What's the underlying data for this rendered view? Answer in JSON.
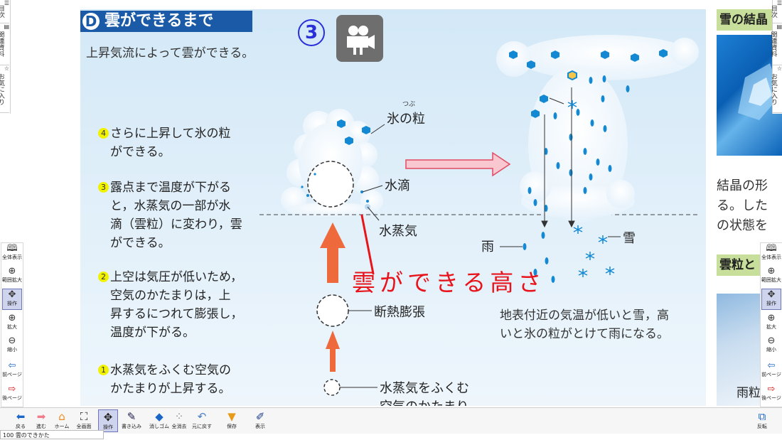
{
  "left_tabs": {
    "contents": "目次",
    "related": "関連資料",
    "favorites": "お気に入り"
  },
  "left_tools": {
    "full_view": "全体表示",
    "area_zoom": "範囲拡大",
    "operate": "操作",
    "zoom_in": "拡大",
    "zoom_out": "縮小",
    "prev_page": "前ページ",
    "next_page": "後ページ"
  },
  "right_tools": {
    "full_view": "全体表示",
    "area_zoom": "範囲拡大",
    "operate": "操作",
    "zoom_in": "拡大",
    "zoom_out": "縮小",
    "prev_page": "前ページ",
    "next_page": "後ページ"
  },
  "page": {
    "section_letter": "D",
    "section_title": "雲ができるまで",
    "circled_number": "③",
    "intro": "上昇気流によって雲ができる。",
    "steps": [
      {
        "num": "④",
        "lines": [
          "さらに上昇して氷の粒",
          "ができる。"
        ]
      },
      {
        "num": "③",
        "lines": [
          "露点まで温度が下がる",
          "と，水蒸気の一部が水",
          "滴（雲粒）に変わり，雲",
          "ができる。"
        ]
      },
      {
        "num": "②",
        "lines": [
          "上空は気圧が低いため，",
          "空気のかたまりは，上",
          "昇するにつれて膨張し，",
          "温度が下がる。"
        ]
      },
      {
        "num": "①",
        "lines": [
          "水蒸気をふくむ空気の",
          "かたまりが上昇する。"
        ]
      }
    ],
    "labels": {
      "ice_ruby": "つぶ",
      "ice_grain": "氷の粒",
      "water_drop": "水滴",
      "water_vapor": "水蒸気",
      "adiabatic": "断熱膨張",
      "moist_air_1": "水蒸気をふくむ",
      "moist_air_2": "空気のかたまり",
      "rain": "雨",
      "snow": "雪"
    },
    "handwriting": "雲ができる高さ",
    "note_lines": [
      "地表付近の気温が低いと雪，高",
      "いと氷の粒がとけて雨になる。"
    ]
  },
  "right_page": {
    "heading1": "雪の結晶",
    "body_lines": [
      "結晶の形",
      "る。した",
      "の状態を"
    ],
    "heading2": "雲粒と",
    "caption": "雨粒"
  },
  "toolbar": {
    "back": "戻る",
    "forward": "進む",
    "home": "ホーム",
    "fullscreen": "全画面",
    "operate": "操作",
    "write": "書き込み",
    "eraser": "消しゴム",
    "clear_all": "全消去",
    "undo": "元に戻す",
    "save": "保存",
    "display": "表示",
    "flip": "反転"
  },
  "status": "100 雲のできかた",
  "colors": {
    "accent_blue": "#1a5aa6",
    "ice_blue": "#1389d4",
    "arrow_orange": "#ee6a3c",
    "handwriting_red": "#e8141c",
    "step_yellow": "#f1f200"
  }
}
